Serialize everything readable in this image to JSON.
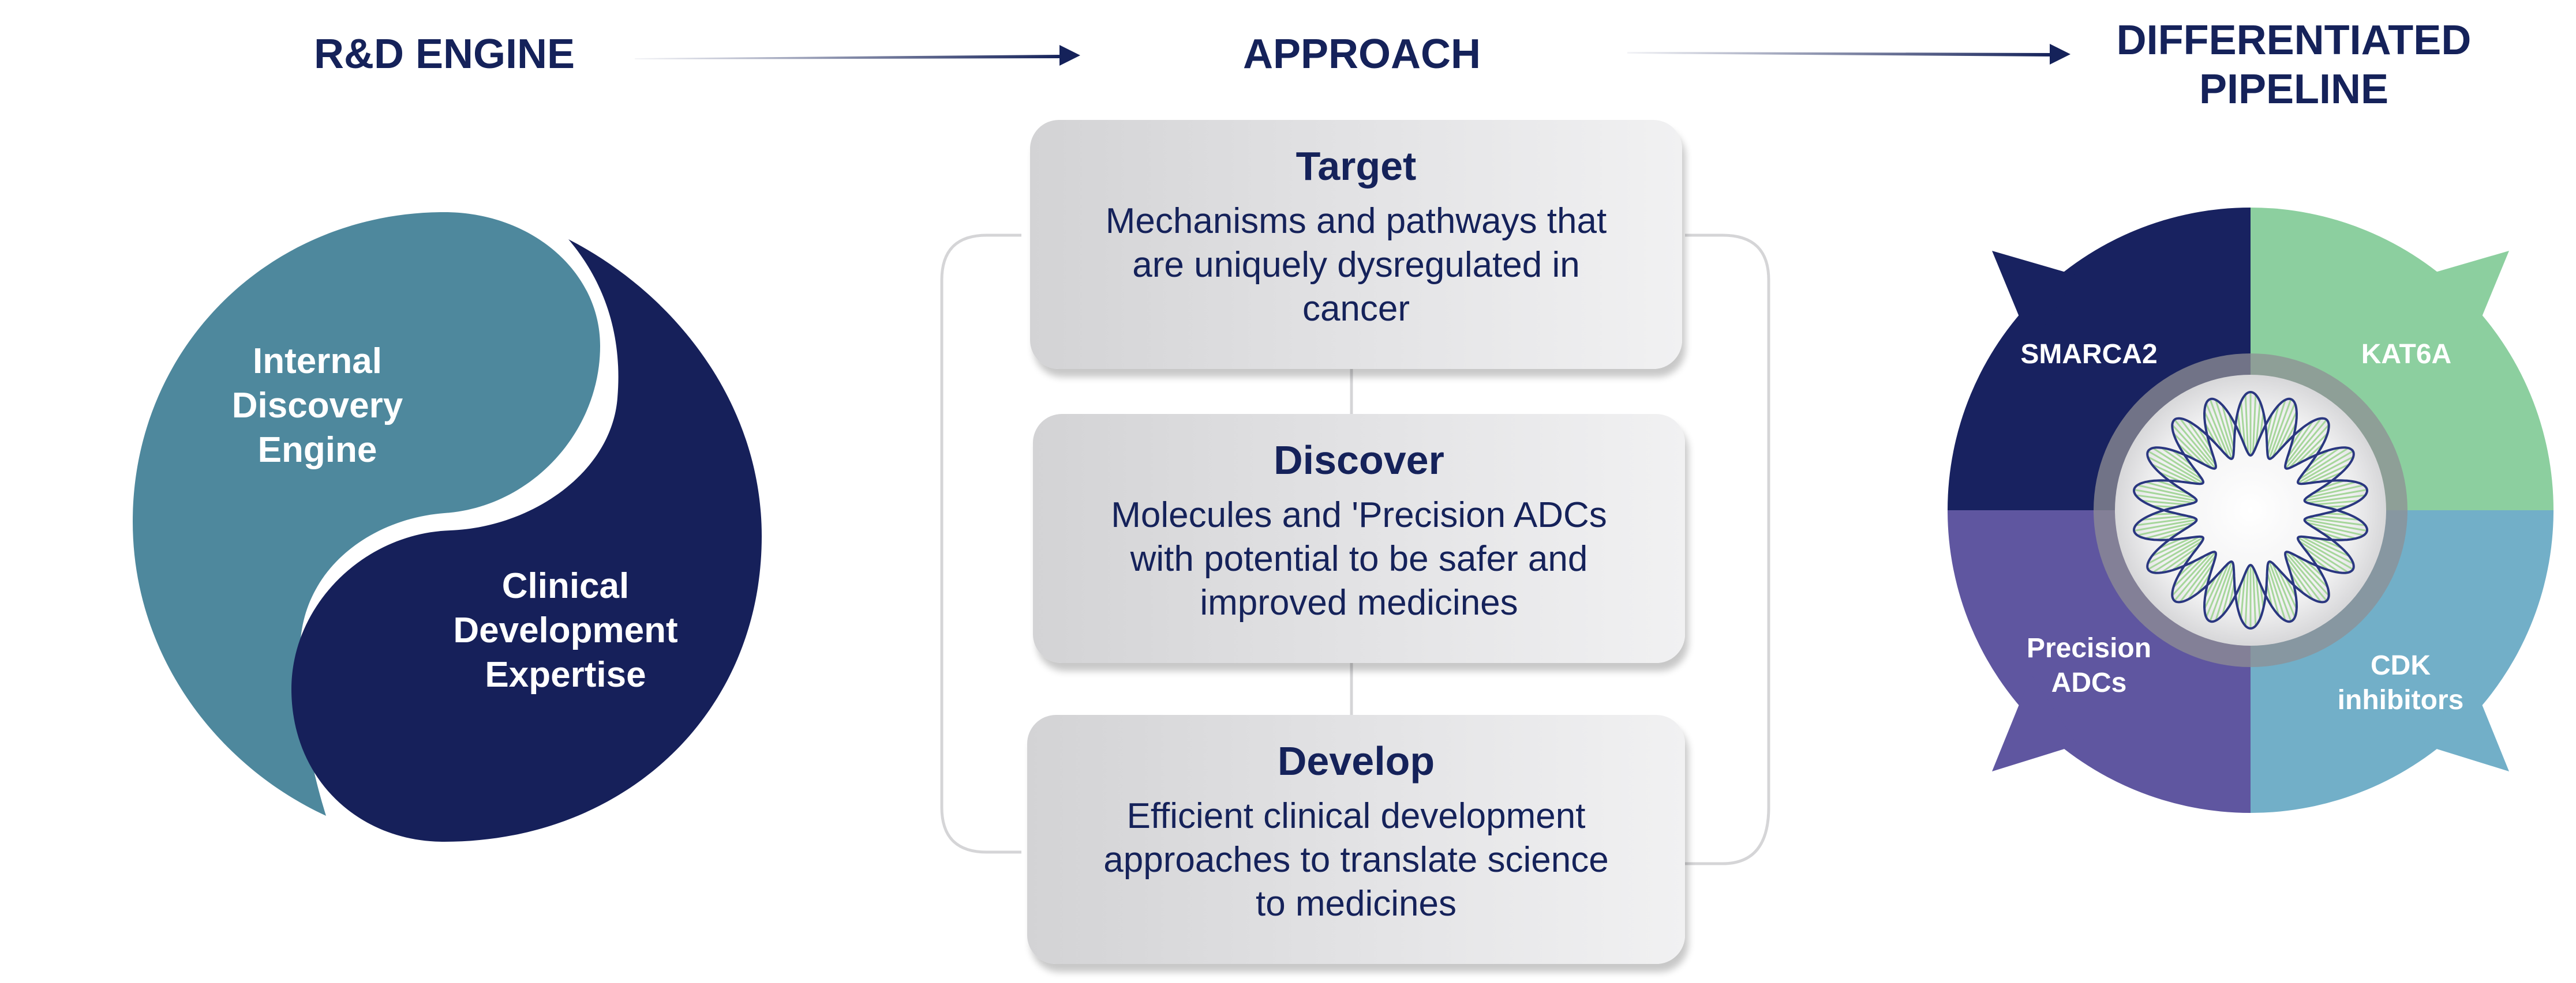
{
  "headers": {
    "engine": "R&D ENGINE",
    "approach": "APPROACH",
    "pipeline_line1": "DIFFERENTIATED",
    "pipeline_line2": "PIPELINE"
  },
  "engine": {
    "internal_line1": "Internal",
    "internal_line2": "Discovery",
    "internal_line3": "Engine",
    "clinical_line1": "Clinical",
    "clinical_line2": "Development",
    "clinical_line3": "Expertise"
  },
  "approach": {
    "steps": [
      {
        "title": "Target",
        "lines": [
          "Mechanisms and pathways that",
          "are uniquely dysregulated in",
          "cancer"
        ]
      },
      {
        "title": "Discover",
        "lines": [
          "Molecules and 'Precision ADCs",
          "with potential to be safer and",
          "improved medicines"
        ]
      },
      {
        "title": "Develop",
        "lines": [
          "Efficient clinical development",
          "approaches to translate science",
          "to medicines"
        ]
      }
    ]
  },
  "pipeline": {
    "quadrants": [
      {
        "label_lines": [
          "SMARCA2"
        ],
        "color": "#182260"
      },
      {
        "label_lines": [
          "KAT6A"
        ],
        "color": "#8ccf9f"
      },
      {
        "label_lines": [
          "Precision",
          "ADCs"
        ],
        "color": "#5f56a0"
      },
      {
        "label_lines": [
          "CDK",
          "inhibitors"
        ],
        "color": "#72afc8"
      }
    ]
  },
  "colors": {
    "navy": "#15225a",
    "teal": "#4e889d",
    "dark_navy": "#16205a"
  }
}
